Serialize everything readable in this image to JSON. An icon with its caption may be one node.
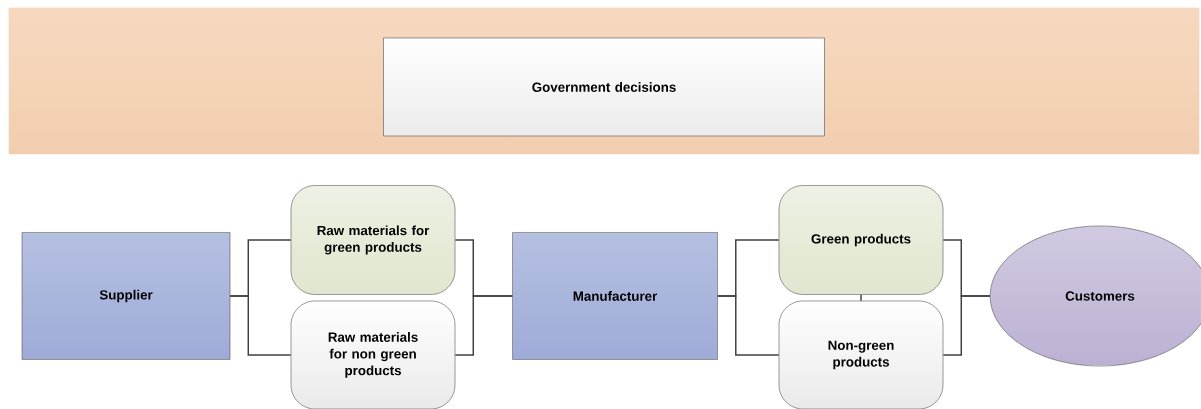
{
  "diagram": {
    "nodes": [
      {
        "text": [],
        "shape": "box"
      },
      {
        "text": [
          "Government decisions"
        ],
        "in": 0
      },
      {
        "text": [
          "Supplier"
        ]
      },
      {
        "text": [
          "Raw materials for green products"
        ]
      },
      {
        "text": [
          "Raw materials for non green products"
        ]
      },
      {
        "text": [
          "Manufacturer"
        ]
      },
      {
        "text": [
          "Green products"
        ]
      },
      {
        "text": [
          "Non-green products"
        ]
      },
      {
        "text": [
          "Customers"
        ]
      }
    ],
    "edges": [
      {
        "from": 2,
        "to": 3,
        "arrow": "none"
      },
      {
        "from": 2,
        "to": 4,
        "arrow": "none"
      },
      {
        "from": 3,
        "to": 5,
        "arrow": "none"
      },
      {
        "from": 4,
        "to": 5,
        "arrow": "none"
      },
      {
        "from": 5,
        "to": 6,
        "arrow": "none"
      },
      {
        "from": 5,
        "to": 7,
        "arrow": "none"
      },
      {
        "from": 6,
        "to": 7,
        "arrow": "none"
      },
      {
        "from": 6,
        "to": 8,
        "arrow": "none"
      },
      {
        "from": 7,
        "to": 8,
        "arrow": "none"
      }
    ]
  }
}
